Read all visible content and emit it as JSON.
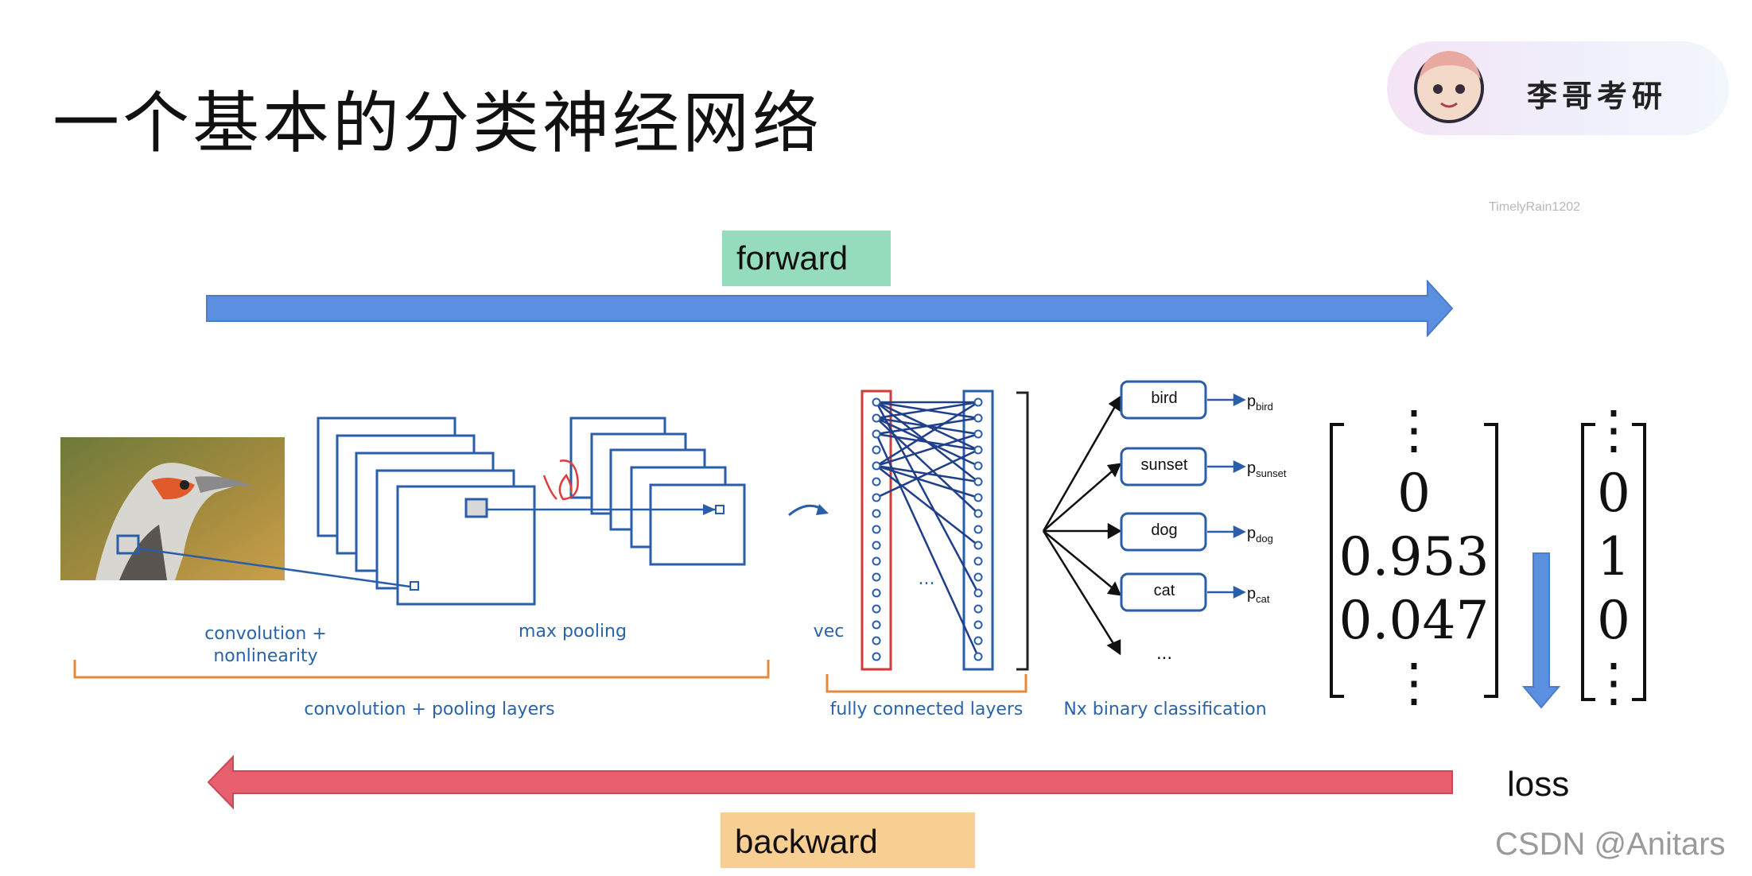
{
  "slide": {
    "title": "一个基本的分类神经网络",
    "badge_name": "李哥考研",
    "watermark": "TimelyRain1202",
    "credit": "CSDN @Anitars"
  },
  "arrows": {
    "forward_label": "forward",
    "backward_label": "backward",
    "loss_label": "loss",
    "forward_color": "#5b8fe0",
    "backward_color": "#e8606f"
  },
  "network": {
    "conv_caption": "convolution + nonlinearity",
    "pool_caption": "max pooling",
    "conv_pool_caption": "convolution + pooling layers",
    "vec_caption": "vec",
    "fc_caption": "fully connected layers",
    "ellipsis": "...",
    "binary_caption": "Nx binary classification",
    "classes": [
      {
        "label": "bird",
        "prob": "p",
        "sub": "bird"
      },
      {
        "label": "sunset",
        "prob": "p",
        "sub": "sunset"
      },
      {
        "label": "dog",
        "prob": "p",
        "sub": "dog"
      },
      {
        "label": "cat",
        "prob": "p",
        "sub": "cat"
      }
    ],
    "more": "...",
    "line_color": "#2a5ea8"
  },
  "prediction_vector": [
    "⋮",
    "0",
    "0.953",
    "0.047",
    "⋮"
  ],
  "target_vector": [
    "⋮",
    "0",
    "1",
    "0",
    "⋮"
  ]
}
